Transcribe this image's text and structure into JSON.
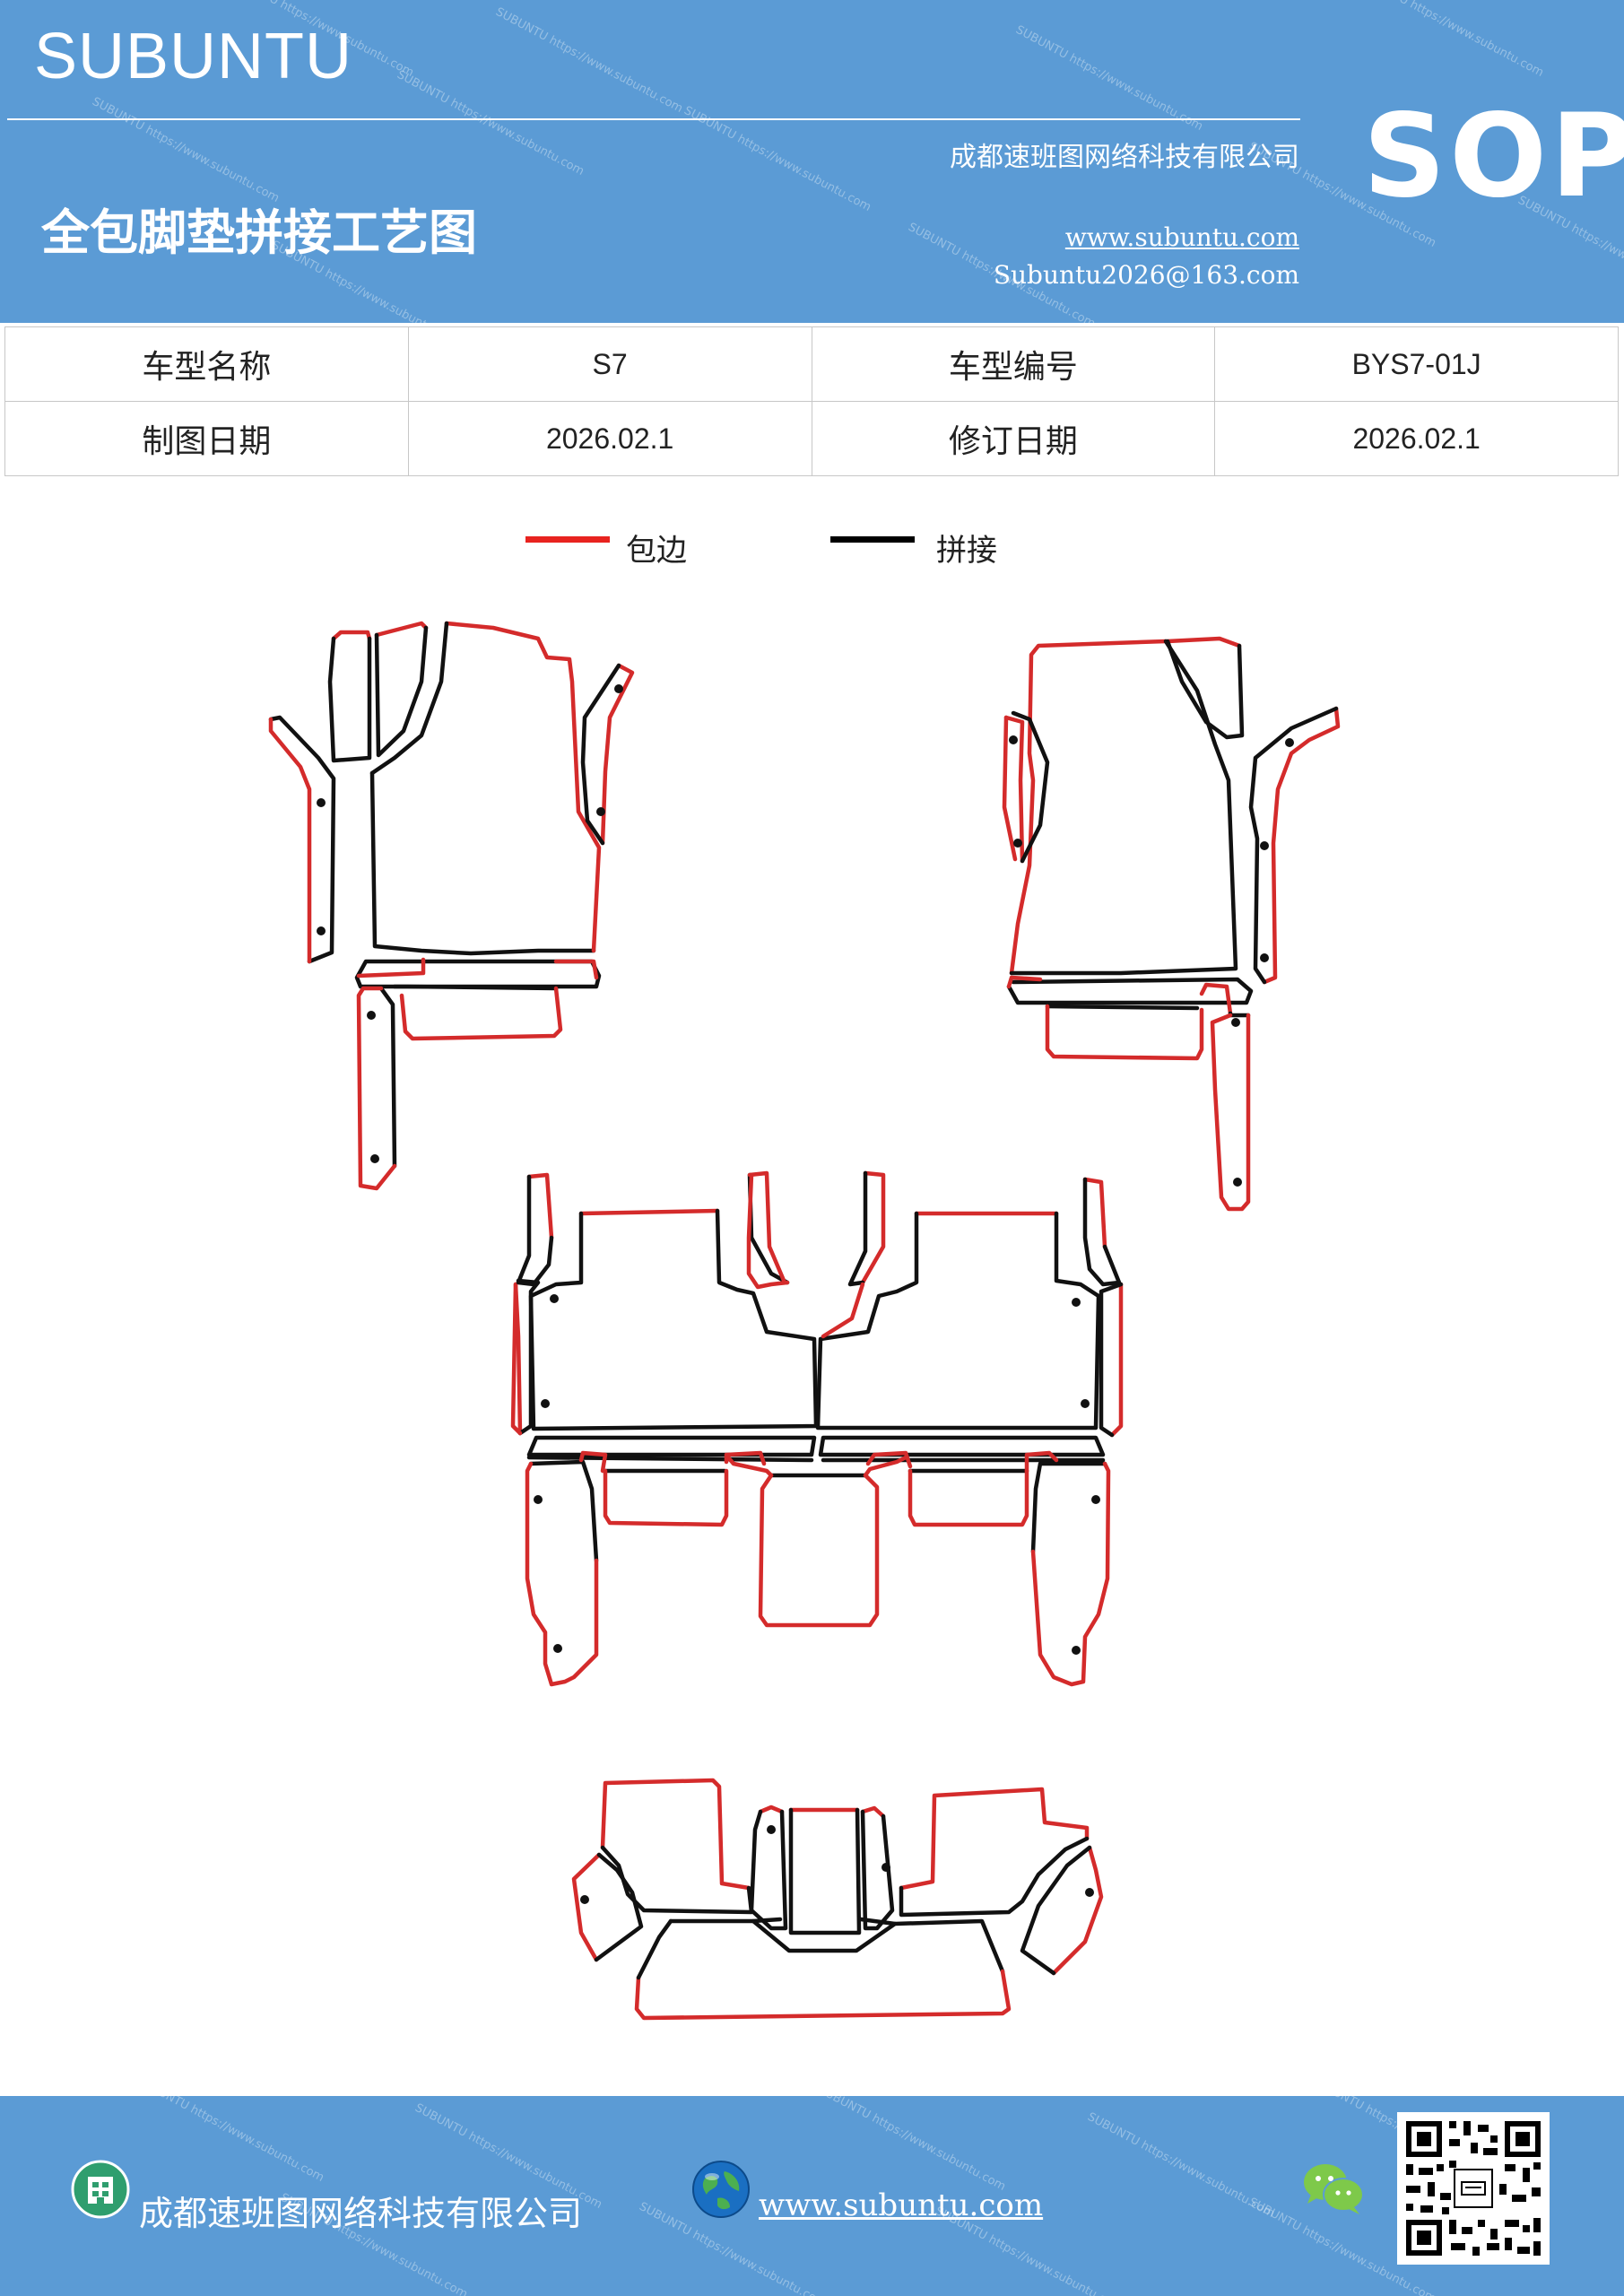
{
  "header": {
    "brand": "SUBUNTU",
    "company": "成都速班图网络科技有限公司",
    "title": "全包脚垫拼接工艺图",
    "website": "www.subuntu.com",
    "email": "Subuntu2026@163.com",
    "badge": "SOP",
    "watermark": "SUBUNTU https://www.subuntu.com"
  },
  "info_table": {
    "rows": [
      [
        {
          "label": "车型名称",
          "value": "S7"
        },
        {
          "label": "车型编号",
          "value": "BYS7-01J"
        }
      ],
      [
        {
          "label": "制图日期",
          "value": "2026.02.1"
        },
        {
          "label": "修订日期",
          "value": "2026.02.1"
        }
      ]
    ]
  },
  "legend": {
    "items": [
      {
        "label": "包边",
        "color": "#e8231f"
      },
      {
        "label": "拼接",
        "color": "#000000"
      }
    ]
  },
  "colors": {
    "header_bg": "#5b9bd5",
    "edge_red": "#d42b2b",
    "join_black": "#111111"
  },
  "footer": {
    "company": "成都速班图网络科技有限公司",
    "website": "www.subuntu.com",
    "icons": [
      "building-icon",
      "globe-icon",
      "wechat-icon",
      "qr-code"
    ]
  }
}
